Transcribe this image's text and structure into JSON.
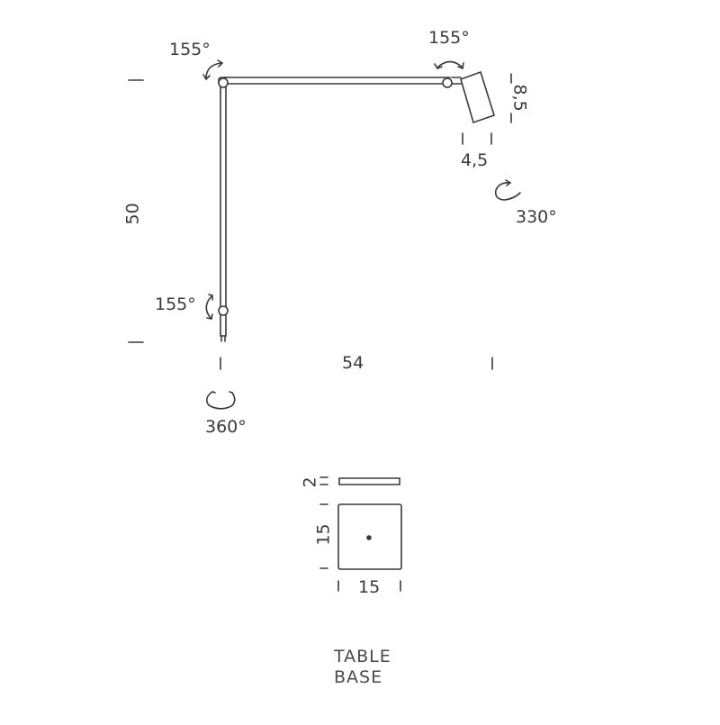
{
  "lamp": {
    "height_label": "50",
    "reach_label": "54",
    "head_height_label": "8,5",
    "head_width_label": "4,5",
    "joint_top_angle": "155°",
    "joint_head_angle": "155°",
    "joint_bottom_angle": "155°",
    "head_rotation_angle": "330°",
    "base_rotation_angle": "360°"
  },
  "base": {
    "thickness_label": "2",
    "depth_label": "15",
    "width_label": "15",
    "caption_line1": "TABLE",
    "caption_line2": "BASE"
  },
  "colors": {
    "line": "#3a3a3a",
    "text": "#3a3a3a",
    "background": "#ffffff"
  }
}
